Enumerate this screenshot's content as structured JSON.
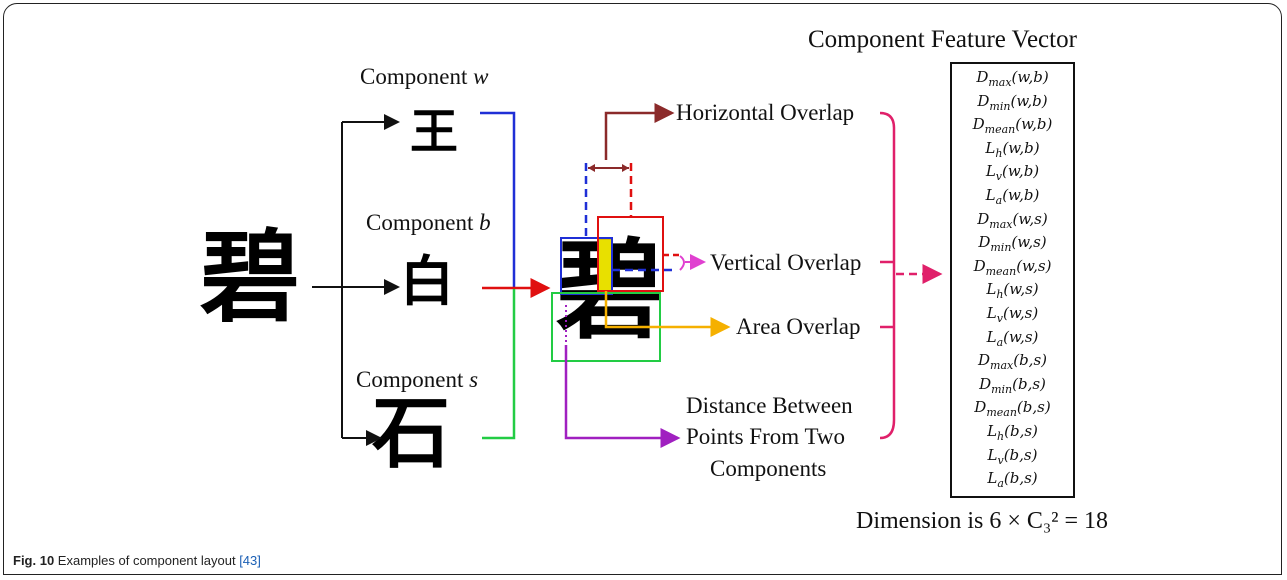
{
  "diagram": {
    "title": "Component Feature Vector",
    "components": [
      {
        "prefix": "Component ",
        "var": "w"
      },
      {
        "prefix": "Component ",
        "var": "b"
      },
      {
        "prefix": "Component ",
        "var": "s"
      }
    ],
    "glyphs": {
      "whole": "碧",
      "w": "王",
      "b": "白",
      "s": "石",
      "merged": "碧"
    },
    "features": [
      "Horizontal Overlap",
      "Vertical Overlap",
      "Area Overlap",
      "Distance Between",
      "Points From Two",
      "Components"
    ],
    "vector": [
      {
        "name": "D",
        "sub": "max",
        "args": "(w,b)"
      },
      {
        "name": "D",
        "sub": "min",
        "args": "(w,b)"
      },
      {
        "name": "D",
        "sub": "mean",
        "args": "(w,b)"
      },
      {
        "name": "L",
        "sub": "h",
        "args": "(w,b)"
      },
      {
        "name": "L",
        "sub": "v",
        "args": "(w,b)"
      },
      {
        "name": "L",
        "sub": "a",
        "args": "(w,b)"
      },
      {
        "name": "D",
        "sub": "max",
        "args": "(w,s)"
      },
      {
        "name": "D",
        "sub": "min",
        "args": "(w,s)"
      },
      {
        "name": "D",
        "sub": "mean",
        "args": "(w,s)"
      },
      {
        "name": "L",
        "sub": "h",
        "args": "(w,s)"
      },
      {
        "name": "L",
        "sub": "v",
        "args": "(w,s)"
      },
      {
        "name": "L",
        "sub": "a",
        "args": "(w,s)"
      },
      {
        "name": "D",
        "sub": "max",
        "args": "(b,s)"
      },
      {
        "name": "D",
        "sub": "min",
        "args": "(b,s)"
      },
      {
        "name": "D",
        "sub": "mean",
        "args": "(b,s)"
      },
      {
        "name": "L",
        "sub": "h",
        "args": "(b,s)"
      },
      {
        "name": "L",
        "sub": "v",
        "args": "(b,s)"
      },
      {
        "name": "L",
        "sub": "a",
        "args": "(b,s)"
      }
    ],
    "dimension": "Dimension is  6 × C₃² = 18",
    "colors": {
      "w": "#1f2fd6",
      "b": "#e01010",
      "s": "#22cc44",
      "horizontal": "#8b2a2a",
      "vertical": "#e040d0",
      "area": "#f5b000",
      "distance": "#a020c0",
      "bracket": "#e0206a",
      "overlap_fill": "#e8e000"
    }
  },
  "caption": {
    "label": "Fig. 10",
    "text": " Examples of component layout ",
    "ref": "[43]"
  }
}
